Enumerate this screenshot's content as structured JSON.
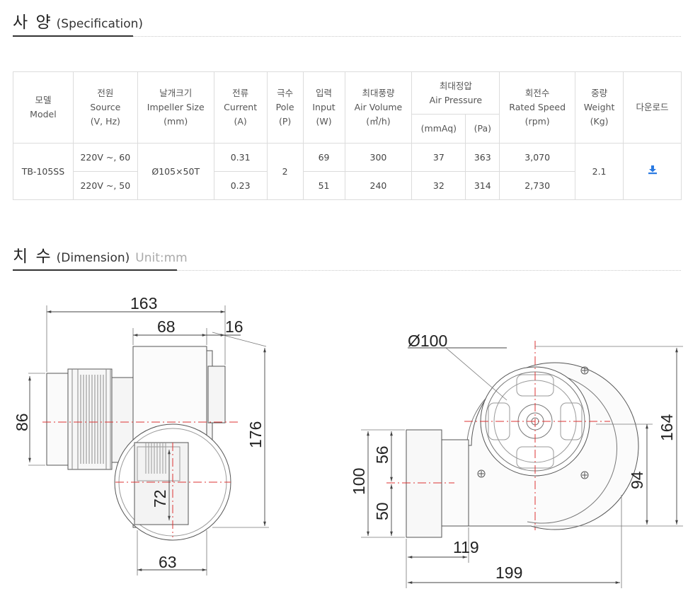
{
  "spec_section": {
    "title_ko": "사 양",
    "title_en": "(Specification)"
  },
  "dim_section": {
    "title_ko": "치 수",
    "title_en": "(Dimension)",
    "unit": "Unit:mm"
  },
  "table": {
    "headers": {
      "model": [
        "모델",
        "Model"
      ],
      "source": [
        "전원",
        "Source",
        "(V, Hz)"
      ],
      "impeller": [
        "날개크기",
        "Impeller Size",
        "(mm)"
      ],
      "current": [
        "전류",
        "Current",
        "(A)"
      ],
      "pole": [
        "극수",
        "Pole",
        "(P)"
      ],
      "input": [
        "입력",
        "Input",
        "(W)"
      ],
      "air_volume": [
        "최대풍량",
        "Air Volume",
        "(㎥/h)"
      ],
      "air_pressure": [
        "최대정압",
        "Air Pressure"
      ],
      "pressure_units": [
        "(mmAq)",
        "(Pa)"
      ],
      "speed": [
        "회전수",
        "Rated Speed",
        "(rpm)"
      ],
      "weight": [
        "중량",
        "Weight",
        "(Kg)"
      ],
      "download": "다운로드"
    },
    "model": "TB-105SS",
    "impeller": "Ø105×50T",
    "pole": "2",
    "weight": "2.1",
    "rows": [
      {
        "source": "220V ~, 60",
        "current": "0.31",
        "input": "69",
        "air_volume": "300",
        "mmaq": "37",
        "pa": "363",
        "rpm": "3,070"
      },
      {
        "source": "220V ~, 50",
        "current": "0.23",
        "input": "51",
        "air_volume": "240",
        "mmaq": "32",
        "pa": "314",
        "rpm": "2,730"
      }
    ],
    "download_icon": "download-icon"
  },
  "dimensions": {
    "side": {
      "d163": "163",
      "d68": "68",
      "d16": "16",
      "d86": "86",
      "d176": "176",
      "d72": "72",
      "d63": "63"
    },
    "front": {
      "d_phi": "Ø100",
      "d164": "164",
      "d94": "94",
      "d100": "100",
      "d56": "56",
      "d50": "50",
      "d119": "119",
      "d199": "199"
    }
  }
}
